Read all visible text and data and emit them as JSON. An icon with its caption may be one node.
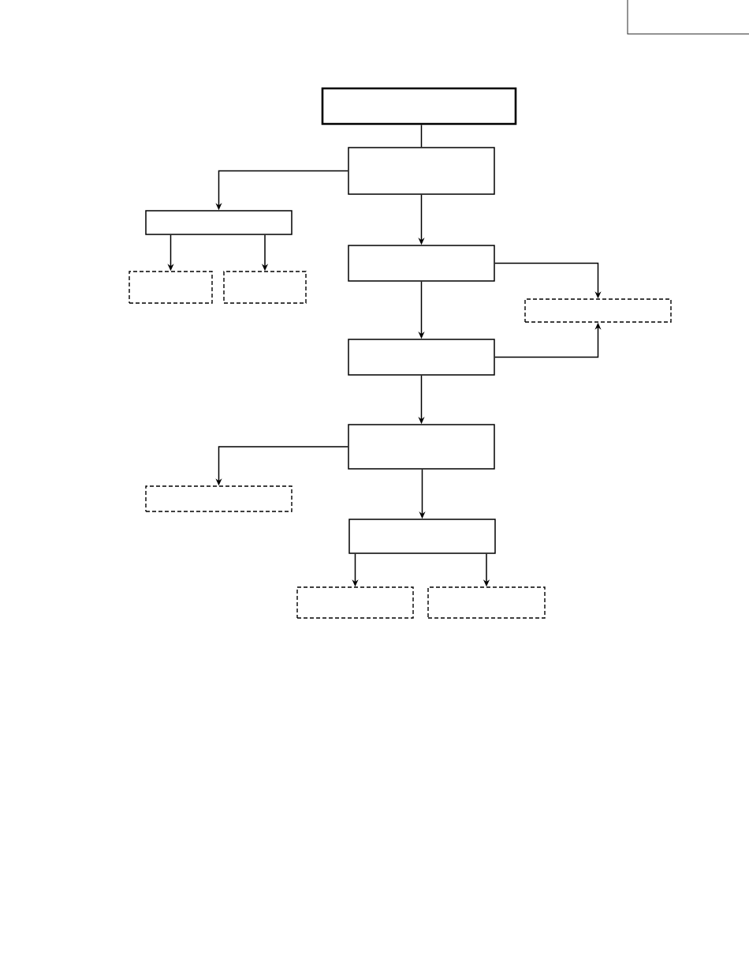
{
  "diagram": {
    "nodes": [
      {
        "text": [],
        "shape": "box"
      },
      {
        "text": [],
        "shape": "box"
      },
      {
        "text": [],
        "shape": "box"
      },
      {
        "text": [],
        "shape": "box"
      },
      {
        "text": [],
        "shape": "box"
      },
      {
        "text": [],
        "shape": "box"
      },
      {
        "text": [],
        "shape": "box"
      },
      {
        "text": [],
        "shape": "box"
      },
      {
        "text": [],
        "shape": "box"
      },
      {
        "text": [],
        "shape": "box"
      },
      {
        "text": [],
        "shape": "box"
      },
      {
        "text": [],
        "shape": "box"
      },
      {
        "text": [],
        "shape": "box"
      }
    ],
    "edges": [
      {
        "from": 0,
        "to": 1,
        "arrow": "none"
      },
      {
        "from": 1,
        "to": 2,
        "arrow": "to"
      },
      {
        "from": 1,
        "to": 5,
        "arrow": "to"
      },
      {
        "from": 2,
        "to": 3,
        "arrow": "to"
      },
      {
        "from": 2,
        "to": 4,
        "arrow": "to"
      },
      {
        "from": 5,
        "to": 6,
        "arrow": "to"
      },
      {
        "from": 5,
        "to": 7,
        "arrow": "to"
      },
      {
        "from": 7,
        "to": 6,
        "arrow": "to"
      },
      {
        "from": 7,
        "to": 8,
        "arrow": "to"
      },
      {
        "from": 8,
        "to": 9,
        "arrow": "to"
      },
      {
        "from": 8,
        "to": 10,
        "arrow": "to"
      },
      {
        "from": 10,
        "to": 11,
        "arrow": "to"
      },
      {
        "from": 10,
        "to": 12,
        "arrow": "to"
      }
    ]
  }
}
